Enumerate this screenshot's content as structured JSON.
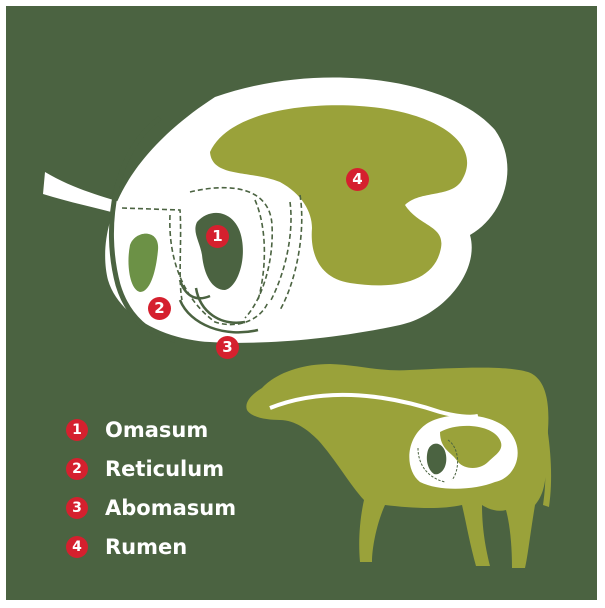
{
  "colors": {
    "background": "#4b6341",
    "rumen_fill": "#9aa23a",
    "reticulum_fill": "#6c9146",
    "outline": "#ffffff",
    "marker": "#d5202e",
    "cow": "#9aa23a"
  },
  "diagram_markers": [
    {
      "number": "1",
      "organ": "Omasum"
    },
    {
      "number": "2",
      "organ": "Reticulum"
    },
    {
      "number": "3",
      "organ": "Abomasum"
    },
    {
      "number": "4",
      "organ": "Rumen"
    }
  ],
  "legend": [
    {
      "number": "1",
      "label": "Omasum"
    },
    {
      "number": "2",
      "label": "Reticulum"
    },
    {
      "number": "3",
      "label": "Abomasum"
    },
    {
      "number": "4",
      "label": "Rumen"
    }
  ]
}
